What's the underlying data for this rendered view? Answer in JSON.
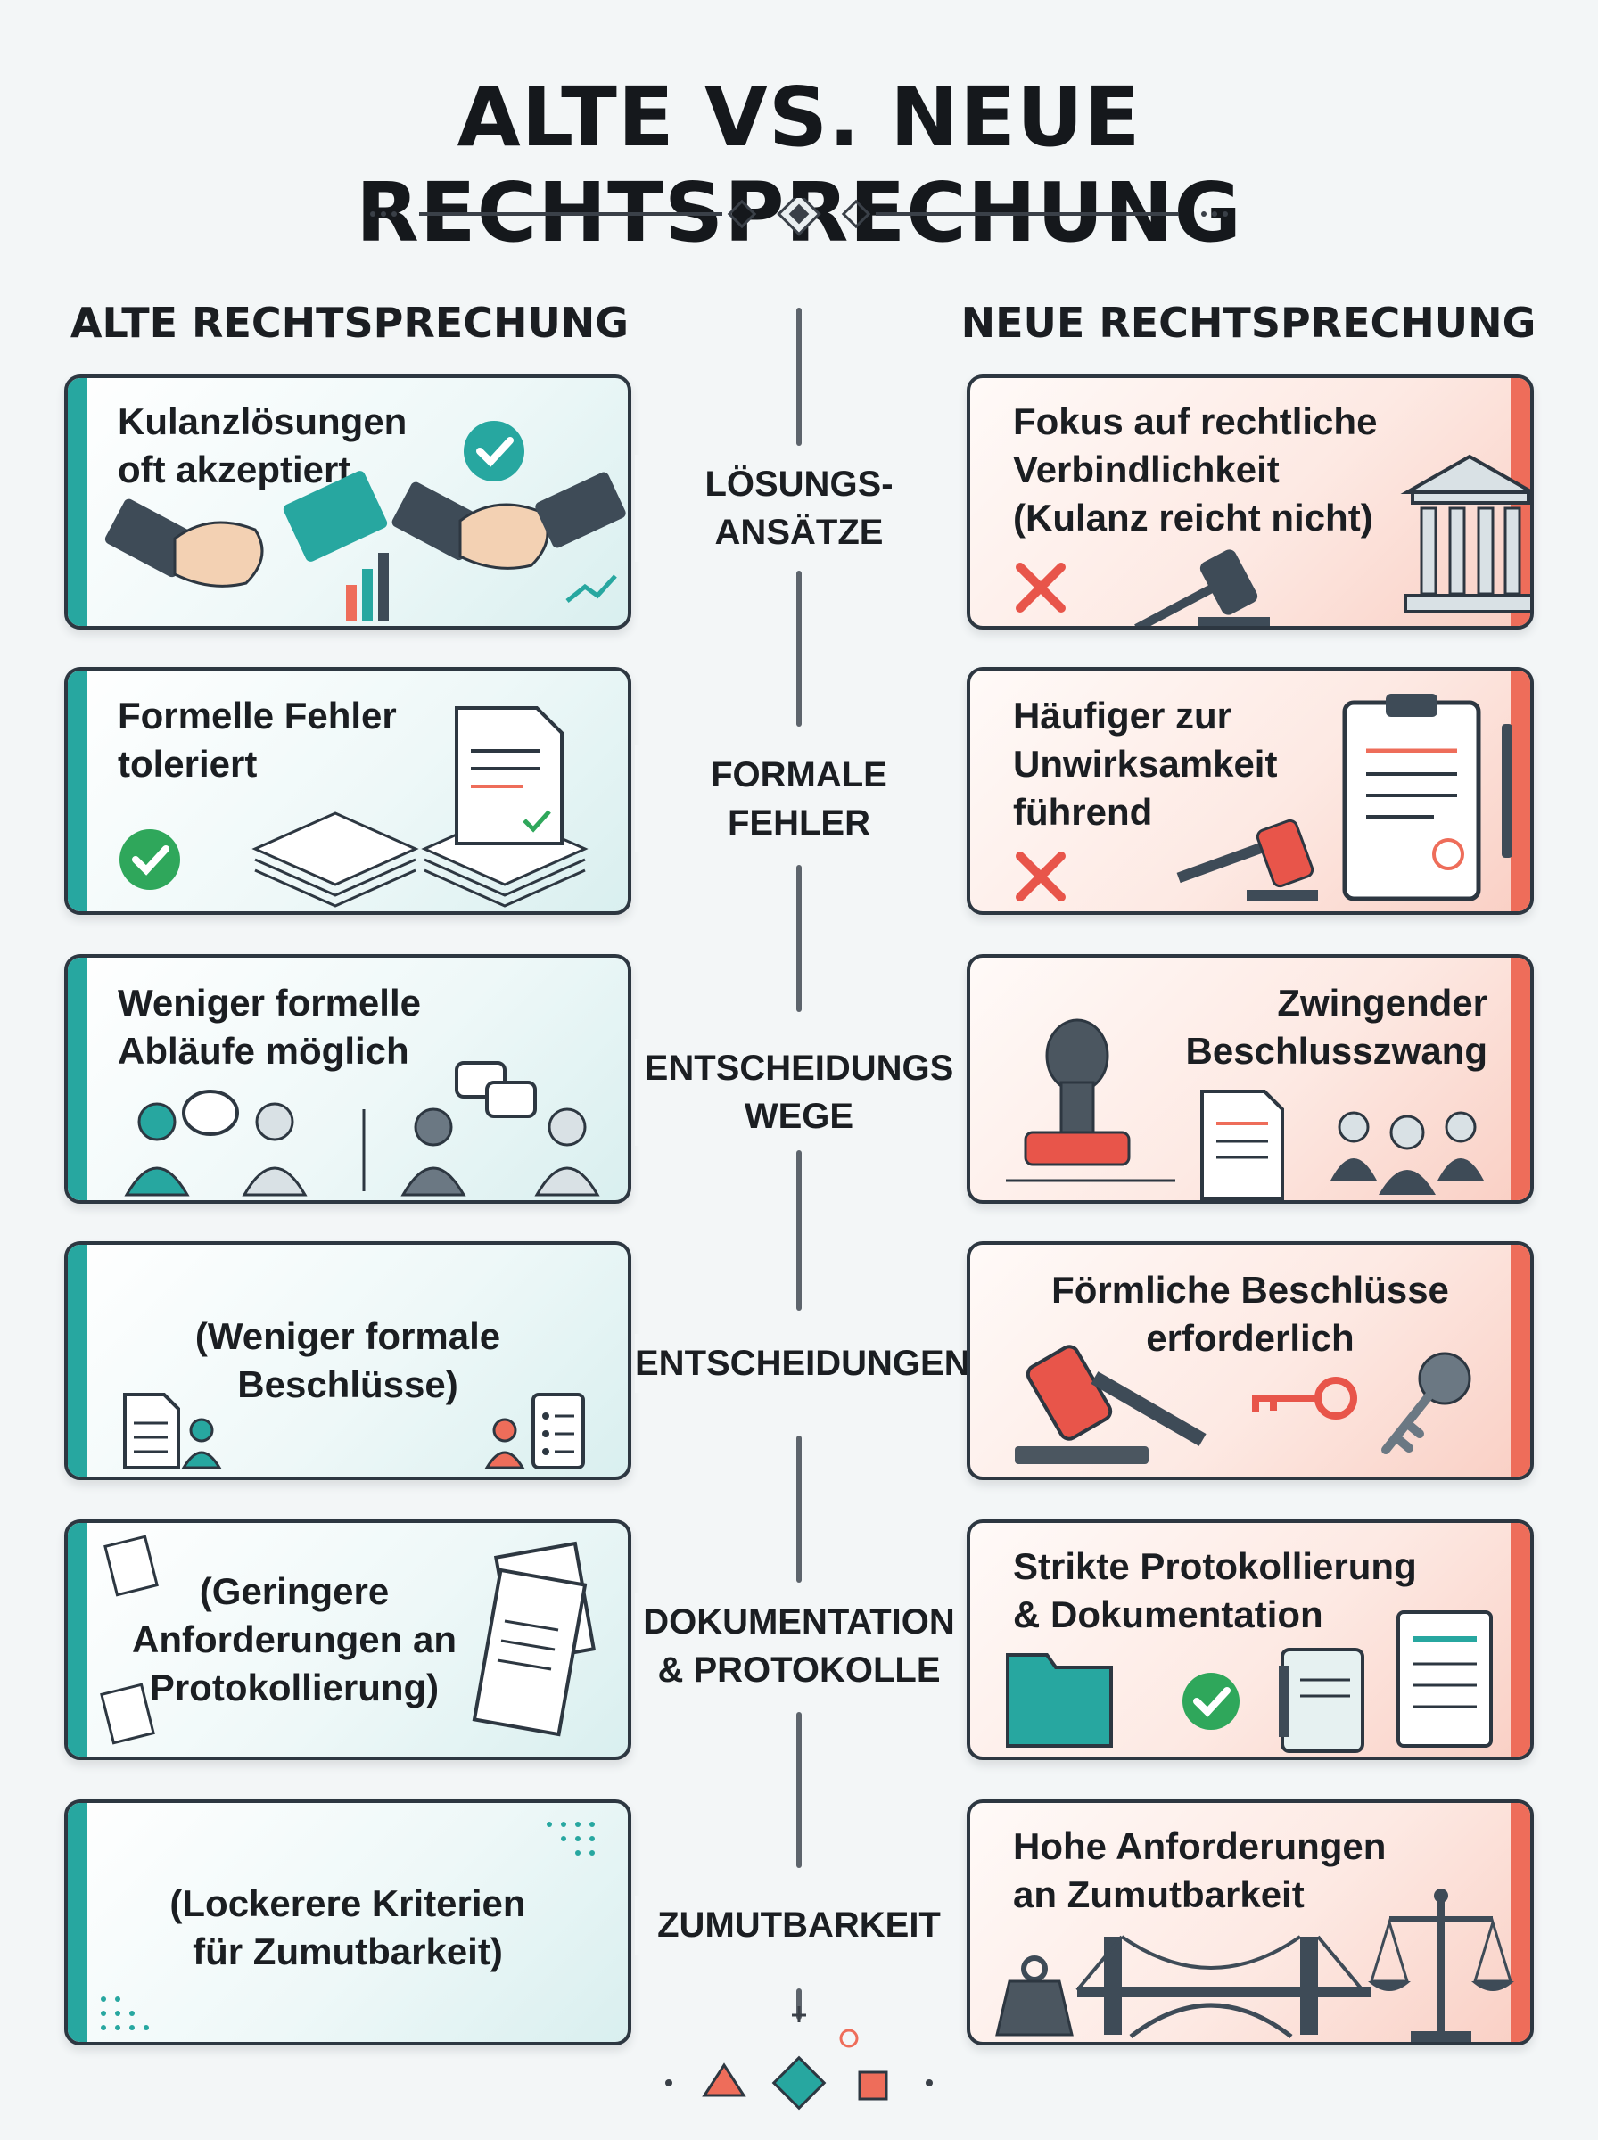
{
  "title": "ALTE VS. NEUE RECHTSPRECHUNG",
  "columns": {
    "left": "ALTE RECHTSPRECHUNG",
    "right": "NEUE RECHTSPRECHUNG"
  },
  "colors": {
    "old_accent": "#27a7a0",
    "new_accent": "#ee6d5a",
    "check": "#2fa75b",
    "cross": "#e8554a",
    "ink": "#1b1e22"
  },
  "rows": [
    {
      "category": "LÖSUNGS-\nANSÄTZE",
      "old_text": "Kulanzlösungen\noft akzeptiert",
      "new_text": "Fokus auf rechtliche\nVerbindlichkeit\n(Kulanz reicht nicht)",
      "old_icons": [
        "check-icon",
        "handshake-icon",
        "bar-chart-icon",
        "trend-arrow-icon"
      ],
      "new_icons": [
        "cross-icon",
        "gavel-icon",
        "courthouse-icon"
      ]
    },
    {
      "category": "FORMALE\nFEHLER",
      "old_text": "Formelle Fehler\ntoleriert",
      "new_text": "Häufiger zur\nUnwirksamkeit\nführend",
      "old_icons": [
        "check-icon",
        "paper-stack-icon",
        "document-icon"
      ],
      "new_icons": [
        "cross-icon",
        "gavel-icon",
        "clipboard-icon",
        "pen-icon"
      ]
    },
    {
      "category": "ENTSCHEIDUNGS\nWEGE",
      "old_text": "Weniger formelle\nAbläufe möglich",
      "new_text": "Zwingender\nBeschlusszwang",
      "old_icons": [
        "speech-bubble-icon",
        "people-talking-icon"
      ],
      "new_icons": [
        "stamp-icon",
        "signed-document-icon",
        "board-members-icon"
      ]
    },
    {
      "category": "ENTSCHEIDUNGEN",
      "old_text": "(Weniger formale\nBeschlüsse)",
      "new_text": "Förmliche Beschlüsse\nerforderlich",
      "old_icons": [
        "document-icon",
        "person-icon",
        "checklist-icon"
      ],
      "new_icons": [
        "gavel-icon",
        "key-icon"
      ]
    },
    {
      "category": "DOKUMENTATION\n& PROTOKOLLE",
      "old_text": "(Geringere\nAnforderungen an\nProtokollierung)",
      "new_text": "Strikte Protokollierung\n& Dokumentation",
      "old_icons": [
        "note-icon",
        "signed-papers-icon"
      ],
      "new_icons": [
        "folder-icon",
        "check-icon",
        "binder-icon",
        "checklist-icon"
      ]
    },
    {
      "category": "ZUMUTBARKEIT",
      "old_text": "(Lockerere Kriterien\nfür Zumutbarkeit)",
      "new_text": "Hohe Anforderungen\nan Zumutbarkeit",
      "old_icons": [
        "dot-pattern-icon"
      ],
      "new_icons": [
        "weight-icon",
        "bridge-icon",
        "scales-icon"
      ]
    }
  ]
}
